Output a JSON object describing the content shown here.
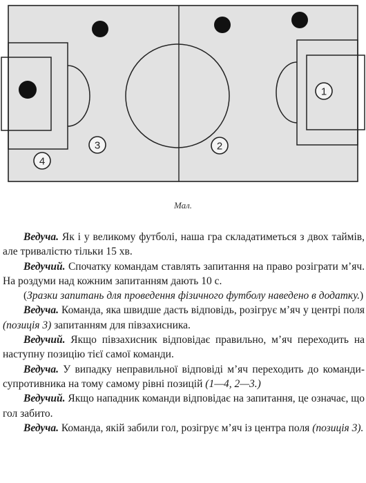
{
  "figure": {
    "caption": "Мал.",
    "positions": {
      "p1": "1",
      "p2": "2",
      "p3": "3",
      "p4": "4"
    }
  },
  "dialogue": [
    {
      "speaker": "Ведуча.",
      "text": " Як і у великому футболі, наша гра складатиметься з двох таймів, але тривалістю тільки 15 хв."
    },
    {
      "speaker": "Ведучий.",
      "text": " Спочатку командам ставлять запитання на право розіграти м’яч. На роздуми над кожним запитанням дають 10 с."
    },
    {
      "note_open": "(",
      "note": "Зразки запитань для проведення фізичного футболу наведено в додатку.",
      "note_close": ")"
    },
    {
      "speaker": "Ведуча.",
      "text_before": " Команда, яка швидше дасть відповідь, розігрує м’яч у центрі поля ",
      "italic": "(позиція 3)",
      "text_after": " запитанням для півзахисника."
    },
    {
      "speaker": "Ведучий.",
      "text": " Якщо півзахисник відповідає правильно, м’яч переходить на наступну позицію тієї самої команди."
    },
    {
      "speaker": "Ведуча.",
      "text_before": " У випадку неправильної відповіді м’яч переходить до команди-супротивника на тому самому рівні позицій ",
      "italic": "(1—4, 2—3.)"
    },
    {
      "speaker": "Ведучий.",
      "text": " Якщо нападник команди відповідає на запитання, це означає, що гол забито."
    },
    {
      "speaker": "Ведуча.",
      "text_before": " Команда, якій забили гол, розігрує м’яч із центра поля ",
      "italic": "(позиція 3).",
      "text_after": ""
    }
  ]
}
